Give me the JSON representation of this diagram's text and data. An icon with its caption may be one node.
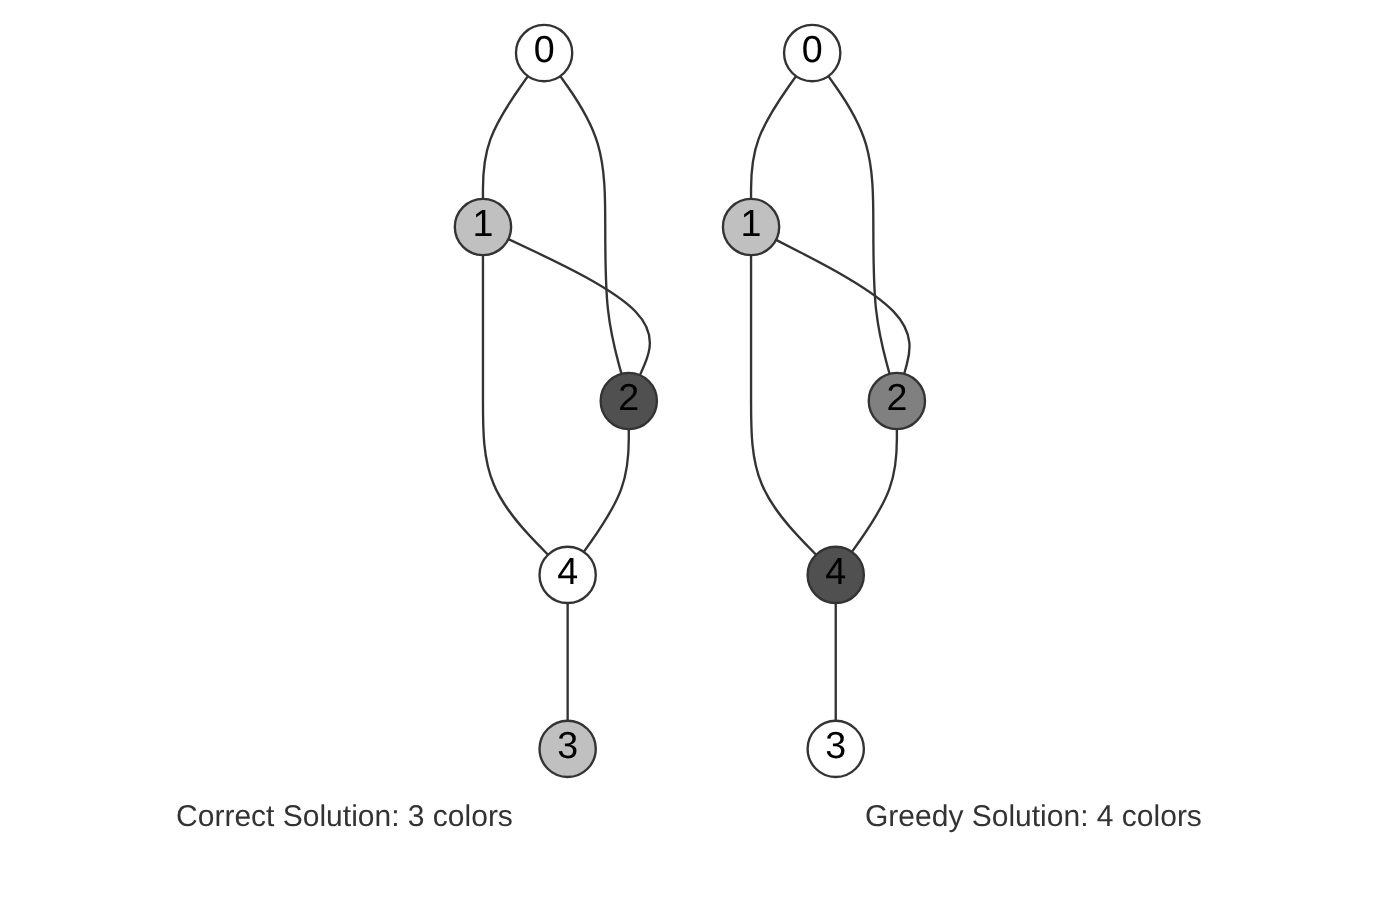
{
  "diagram": {
    "nodes": [
      {
        "text": [
          "0"
        ]
      },
      {
        "text": [
          "1"
        ]
      },
      {
        "text": [
          "2"
        ]
      },
      {
        "text": [
          "4"
        ]
      },
      {
        "text": [
          "3"
        ]
      },
      {
        "text": [
          "0"
        ]
      },
      {
        "text": [
          "1"
        ]
      },
      {
        "text": [
          "2"
        ]
      },
      {
        "text": [
          "4"
        ]
      },
      {
        "text": [
          "3"
        ]
      }
    ],
    "edges": [
      {
        "from": 0,
        "to": 1,
        "arrow": "none"
      },
      {
        "from": 0,
        "to": 2,
        "arrow": "none"
      },
      {
        "from": 1,
        "to": 2,
        "arrow": "none"
      },
      {
        "from": 1,
        "to": 3,
        "arrow": "none"
      },
      {
        "from": 2,
        "to": 3,
        "arrow": "none"
      },
      {
        "from": 3,
        "to": 4,
        "arrow": "none"
      },
      {
        "from": 5,
        "to": 6,
        "arrow": "none"
      },
      {
        "from": 5,
        "to": 7,
        "arrow": "none"
      },
      {
        "from": 6,
        "to": 7,
        "arrow": "none"
      },
      {
        "from": 6,
        "to": 8,
        "arrow": "none"
      },
      {
        "from": 7,
        "to": 8,
        "arrow": "none"
      },
      {
        "from": 8,
        "to": 9,
        "arrow": "none"
      }
    ],
    "labels": [
      "Correct Solution: 3 colors",
      "Greedy Solution: 4 colors"
    ]
  }
}
